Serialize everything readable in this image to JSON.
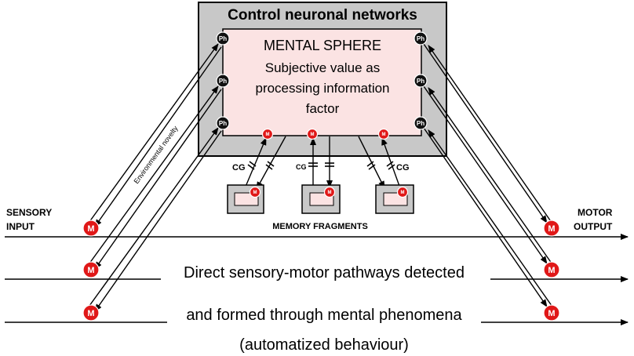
{
  "control": {
    "title": "Control neuronal networks",
    "mental_title": "MENTAL SPHERE",
    "mental_text": [
      "Subjective value as",
      "processing information",
      "factor"
    ]
  },
  "labels": {
    "sensory": [
      "SENSORY",
      "INPUT"
    ],
    "motor": [
      "MOTOR",
      "OUTPUT"
    ],
    "memory": "MEMORY FRAGMENTS",
    "novelty": "Environmental novelty",
    "cg": "CG"
  },
  "node_labels": {
    "ph": "Ph",
    "m": "M"
  },
  "caption": [
    "Direct sensory-motor pathways detected",
    "and formed through mental phenomena",
    "(automatized behaviour)"
  ],
  "colors": {
    "outer_box": "#c8c8c8",
    "mental_box": "#fbe3e3",
    "m_node": "#e01818",
    "ph_node": "#111111"
  }
}
